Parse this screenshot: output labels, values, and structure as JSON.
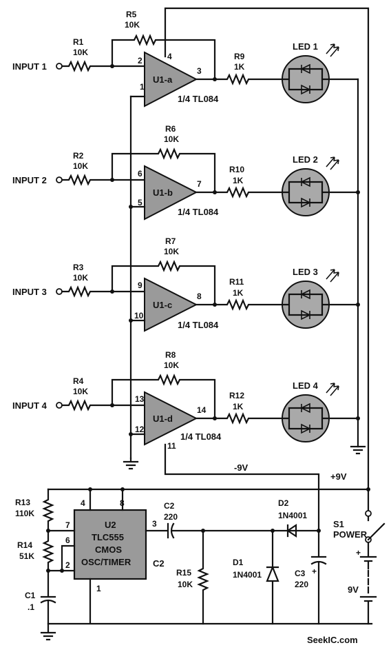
{
  "stages": [
    {
      "input": "INPUT 1",
      "rin": "R1",
      "rin_val": "10K",
      "rf": "R5",
      "rf_val": "10K",
      "amp": "U1-a",
      "pin_inv": "2",
      "pin_non": "1",
      "pin_out": "3",
      "rout": "R9",
      "rout_val": "1K",
      "led": "LED 1",
      "part": "1/4 TL084"
    },
    {
      "input": "INPUT 2",
      "rin": "R2",
      "rin_val": "10K",
      "rf": "R6",
      "rf_val": "10K",
      "amp": "U1-b",
      "pin_inv": "6",
      "pin_non": "5",
      "pin_out": "7",
      "rout": "R10",
      "rout_val": "1K",
      "led": "LED 2",
      "part": "1/4 TL084"
    },
    {
      "input": "INPUT 3",
      "rin": "R3",
      "rin_val": "10K",
      "rf": "R7",
      "rf_val": "10K",
      "amp": "U1-c",
      "pin_inv": "9",
      "pin_non": "10",
      "pin_out": "8",
      "rout": "R11",
      "rout_val": "1K",
      "led": "LED 3",
      "part": "1/4 TL084"
    },
    {
      "input": "INPUT 4",
      "rin": "R4",
      "rin_val": "10K",
      "rf": "R8",
      "rf_val": "10K",
      "amp": "U1-d",
      "pin_inv": "13",
      "pin_non": "12",
      "pin_out": "14",
      "rout": "R12",
      "rout_val": "1K",
      "led": "LED 4",
      "part": "1/4 TL084"
    }
  ],
  "supply": {
    "pin_pos": "4",
    "pin_neg": "11",
    "neg_label": "-9V",
    "pos_label": "+9V"
  },
  "timer": {
    "name": "U2",
    "line1": "TLC555",
    "line2": "CMOS",
    "line3": "OSC/TIMER",
    "pins": {
      "p4": "4",
      "p8": "8",
      "p7": "7",
      "p6": "6",
      "p2": "2",
      "p3": "3",
      "p1": "1"
    },
    "c2_side_label": "C2"
  },
  "parts": {
    "r13": "R13",
    "r13_val": "110K",
    "r14": "R14",
    "r14_val": "51K",
    "c1": "C1",
    "c1_val": ".1",
    "c2": "C2",
    "c2_val": "220",
    "r15": "R15",
    "r15_val": "10K",
    "d1": "D1",
    "d1_val": "1N4001",
    "d2": "D2",
    "d2_val": "1N4001",
    "c3": "C3",
    "c3_val": "220",
    "s1": "S1",
    "s1_label": "POWER",
    "batt": "9V"
  },
  "watermark": "SeekIC.com"
}
